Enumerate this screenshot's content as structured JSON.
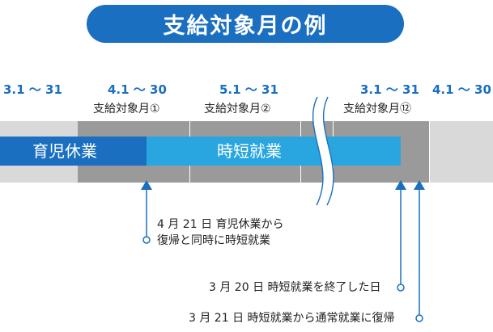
{
  "title": "支給対象月の例",
  "months": [
    {
      "range": "3.1 ～ 31",
      "sub": ""
    },
    {
      "range": "4.1 ～ 30",
      "sub": "支給対象月①"
    },
    {
      "range": "5.1 ～ 31",
      "sub": "支給対象月②"
    },
    {
      "range": "3.1 ～ 31",
      "sub": "支給対象月⑫"
    },
    {
      "range": "4.1 ～ 30",
      "sub": ""
    }
  ],
  "bars": {
    "childcare_leave": "育児休業",
    "short_hours": "時短就業"
  },
  "notes": {
    "return": [
      "4 月 21 日 育児休業から",
      "復帰と同時に時短就業"
    ],
    "end_short": "3 月 20 日 時短就業を終了した日",
    "normal": "3 月 21 日 時短就業から通常就業に復帰"
  },
  "colors": {
    "accent": "#1a6fc0",
    "light_blue": "#29a6e0",
    "gray_light": "#d9d9d9",
    "gray_dark": "#9a9a9a"
  }
}
